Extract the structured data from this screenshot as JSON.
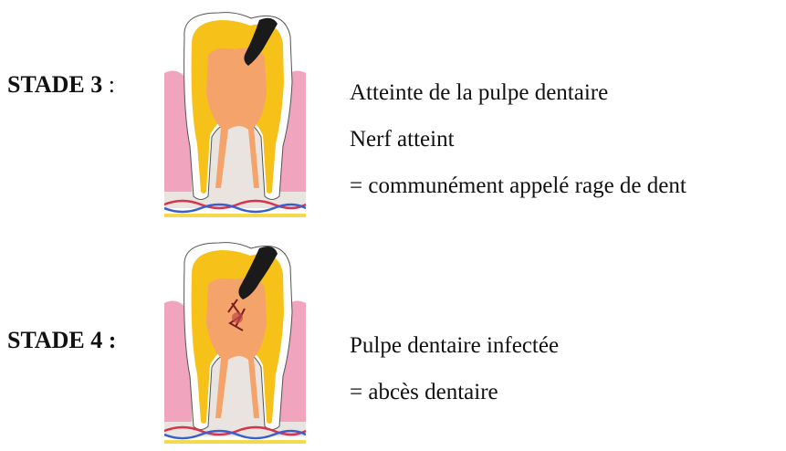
{
  "stages": [
    {
      "label_bold": "STADE 3",
      "label_suffix": " :",
      "image_name": "tooth-pulp-reached-illustration",
      "lines": [
        "Atteinte de la pulpe dentaire",
        "Nerf atteint",
        "= communément appelé rage de dent"
      ]
    },
    {
      "label_bold": "STADE 4 :",
      "label_suffix": "",
      "image_name": "tooth-infected-pulp-abscess-illustration",
      "lines": [
        "Pulpe dentaire infectée",
        "= abcès dentaire"
      ]
    }
  ],
  "colors": {
    "enamel": "#ffffff",
    "dentin": "#f6c21a",
    "pulp": "#f4a36b",
    "gum": "#f0a4bd",
    "bone": "#e9e4df",
    "cavity": "#1a1a1a",
    "nerve_red": "#d8334a",
    "nerve_blue": "#3a5fc8",
    "yellow_line": "#f5d94a"
  }
}
